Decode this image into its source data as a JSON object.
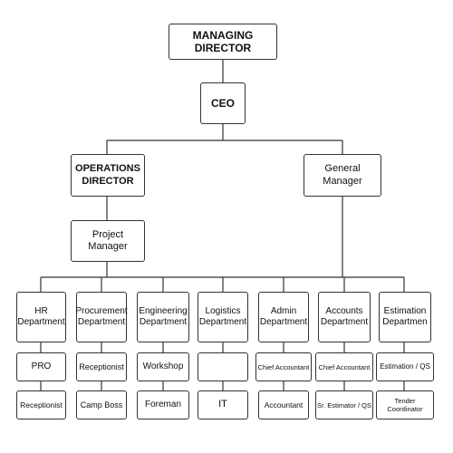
{
  "chart": {
    "top": {
      "managing_director": "MANAGING DIRECTOR",
      "ceo": "CEO",
      "operations_director": "OPERATIONS DIRECTOR",
      "general_manager": "General Manager",
      "project_manager": "Project Manager"
    },
    "departments": [
      {
        "title": "HR Department",
        "row1": "PRO",
        "row2": "Receptionist"
      },
      {
        "title": "Procurement Department",
        "row1": "Receptionist",
        "row2": "Camp Boss"
      },
      {
        "title": "Engineering Department",
        "row1": "Workshop",
        "row2": "Foreman"
      },
      {
        "title": "Logistics Department",
        "row1": "",
        "row2": "IT"
      },
      {
        "title": "Admin Department",
        "row1": "Chief Accountant",
        "row2": "Accountant"
      },
      {
        "title": "Accounts Department",
        "row1": "Chief Accountant",
        "row2": "Sr. Estimator / QS"
      },
      {
        "title": "Estimation Departmen",
        "row1": "Estimation / QS",
        "row2": "Tender Coordinator"
      }
    ]
  }
}
